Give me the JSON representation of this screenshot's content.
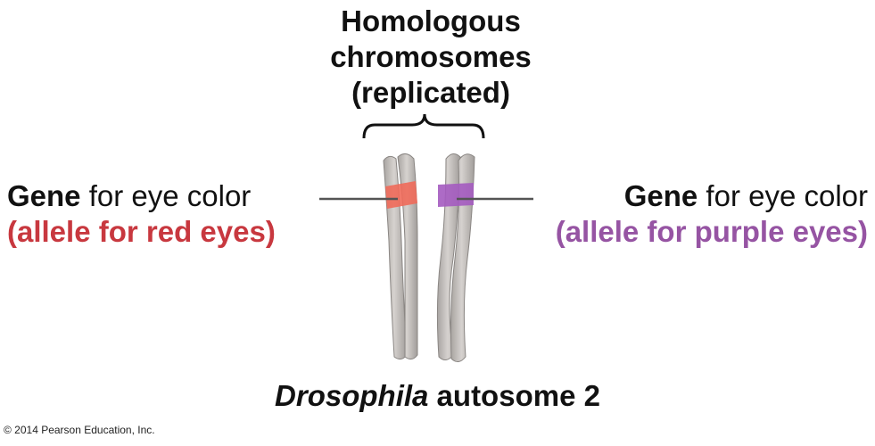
{
  "title": {
    "line1": "Homologous",
    "line2": "chromosomes",
    "line3": "(replicated)"
  },
  "left_label": {
    "strong": "Gene",
    "rest": " for eye color",
    "allele": "(allele for red eyes)"
  },
  "right_label": {
    "strong": "Gene",
    "rest": " for eye color",
    "allele": "(allele for purple eyes)"
  },
  "caption": {
    "italic": "Drosophila",
    "rest": " autosome 2"
  },
  "credit": "© 2014 Pearson Education, Inc.",
  "colors": {
    "red_allele": "#c8383f",
    "purple_allele": "#9654a3",
    "chromosome": "#c9c5c2",
    "band_red": "#f06a5a",
    "band_purple": "#a45bc0"
  }
}
